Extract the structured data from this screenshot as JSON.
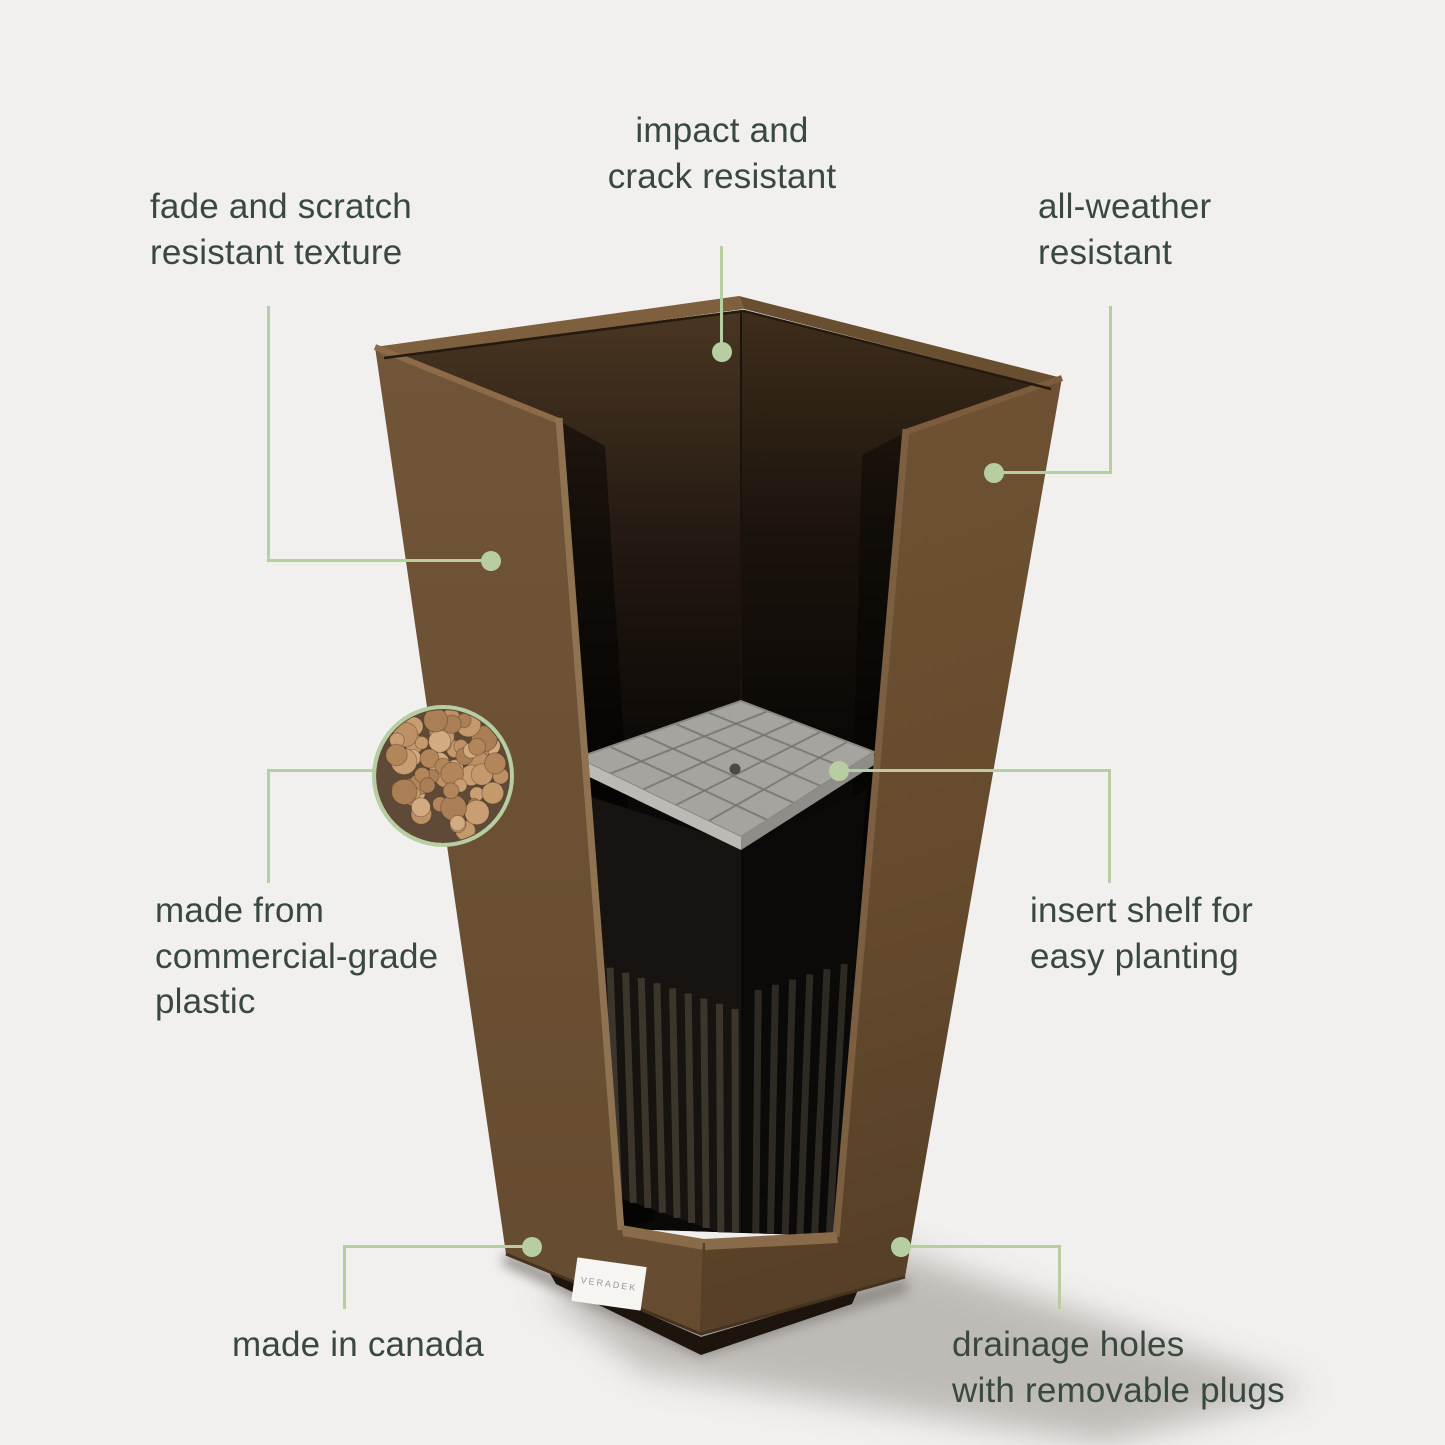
{
  "scene": {
    "background": "#f1f0ee",
    "accent_green": "#b7cda2",
    "text_color": "#394940",
    "planter_brown": "#6d5234",
    "shelf_gray": "#a4a29d"
  },
  "planter": {
    "brand_label": "VERADEK"
  },
  "callouts": [
    {
      "id": "impact",
      "label": "impact and\ncrack resistant"
    },
    {
      "id": "fade",
      "label": "fade and scratch\nresistant texture"
    },
    {
      "id": "weather",
      "label": "all-weather\nresistant"
    },
    {
      "id": "material",
      "label": "made from\ncommercial-grade\nplastic"
    },
    {
      "id": "shelf",
      "label": "insert shelf for\neasy planting"
    },
    {
      "id": "canada",
      "label": "made in canada"
    },
    {
      "id": "drainage",
      "label": "drainage holes\nwith removable plugs"
    }
  ]
}
